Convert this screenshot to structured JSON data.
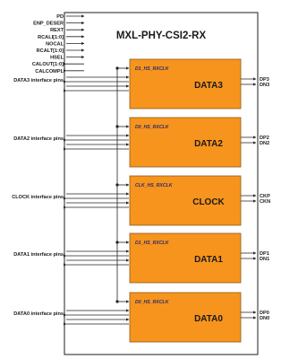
{
  "title": "MXL-PHY-CSI2-RX",
  "top_signals": [
    "PD",
    "ENP_DESER",
    "REXT",
    "RCALI[1:0]",
    "NOCAL",
    "RCALT[1:0]",
    "HSEL",
    "CALOUT[1:0]",
    "CALCOMPL"
  ],
  "lanes": [
    {
      "name": "DATA3",
      "clk_label": "D1_HS_RXCLK",
      "interface_label": "DATA3 interface pins",
      "pins": [
        "DP3",
        "DN3"
      ]
    },
    {
      "name": "DATA2",
      "clk_label": "D0_HS_RXCLK",
      "interface_label": "DATA2 interface pins",
      "pins": [
        "DP2",
        "DN2"
      ]
    },
    {
      "name": "CLOCK",
      "clk_label": "CLK_HS_RXCLK",
      "interface_label": "CLOCK interface pins",
      "pins": [
        "CKP",
        "CKN"
      ]
    },
    {
      "name": "DATA1",
      "clk_label": "D1_HS_RXCLK",
      "interface_label": "DATA1 interface pins",
      "pins": [
        "DP1",
        "DN1"
      ]
    },
    {
      "name": "DATA0",
      "clk_label": "D0_HS_RXCLK",
      "interface_label": "DATA0 interface pins",
      "pins": [
        "DP0",
        "DN0"
      ]
    }
  ],
  "colors": {
    "block_fill": "#f7941d",
    "block_stroke": "#8a5a1a",
    "outline": "#444444",
    "text": "#1a1a1a",
    "clk_text": "#2b2b6b"
  }
}
